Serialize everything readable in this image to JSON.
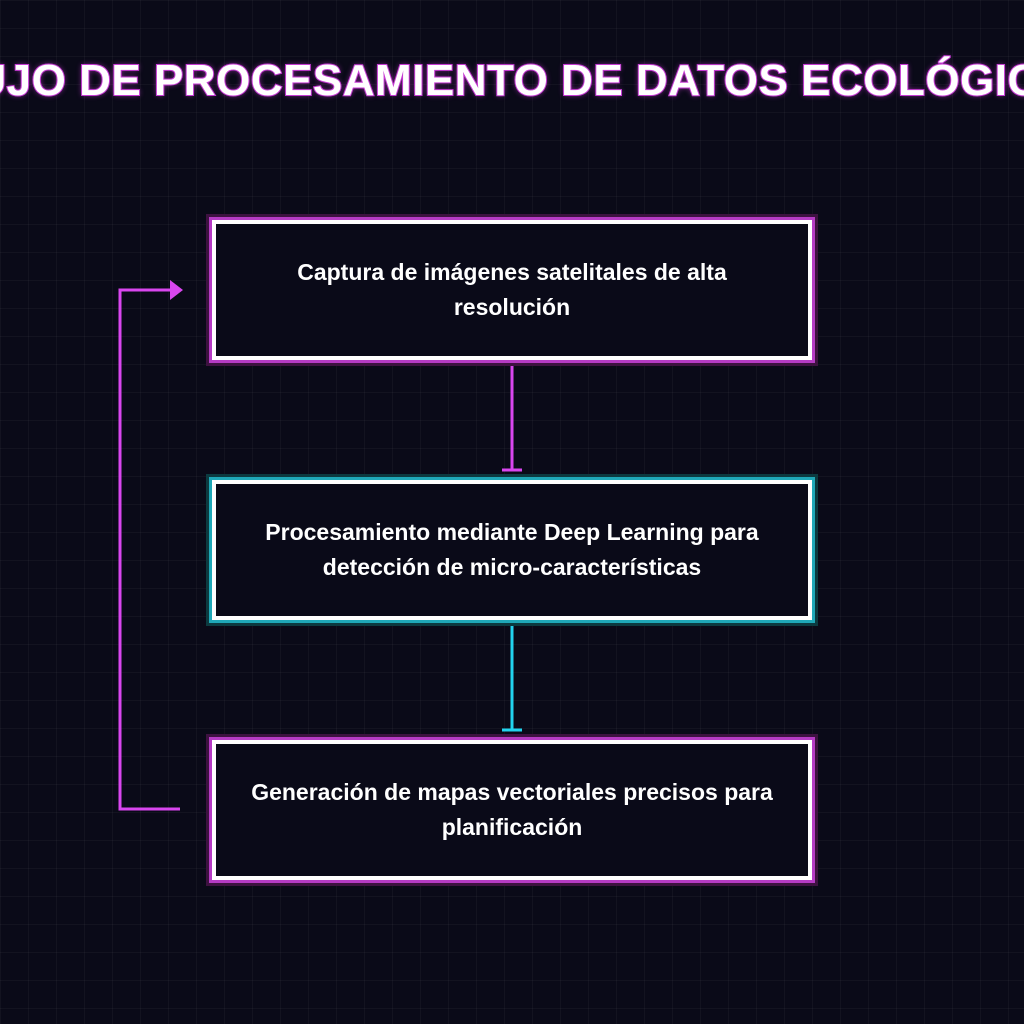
{
  "diagram": {
    "title": "FLUJO DE PROCESAMIENTO DE DATOS ECOLÓGICOS",
    "nodes": [
      {
        "id": "capture",
        "label": "Captura de imágenes satelitales de alta resolución",
        "color": "#c43cd4"
      },
      {
        "id": "processing",
        "label": "Procesamiento mediante Deep Learning para detección de micro-características",
        "color": "#25c4d8"
      },
      {
        "id": "generation",
        "label": "Generación de mapas vectoriales precisos para planificación",
        "color": "#c43cd4"
      }
    ],
    "edges": [
      {
        "from": "capture",
        "to": "processing",
        "color": "#d946ef"
      },
      {
        "from": "processing",
        "to": "generation",
        "color": "#22d3ee"
      },
      {
        "from": "generation",
        "to": "capture",
        "color": "#d946ef"
      }
    ]
  }
}
